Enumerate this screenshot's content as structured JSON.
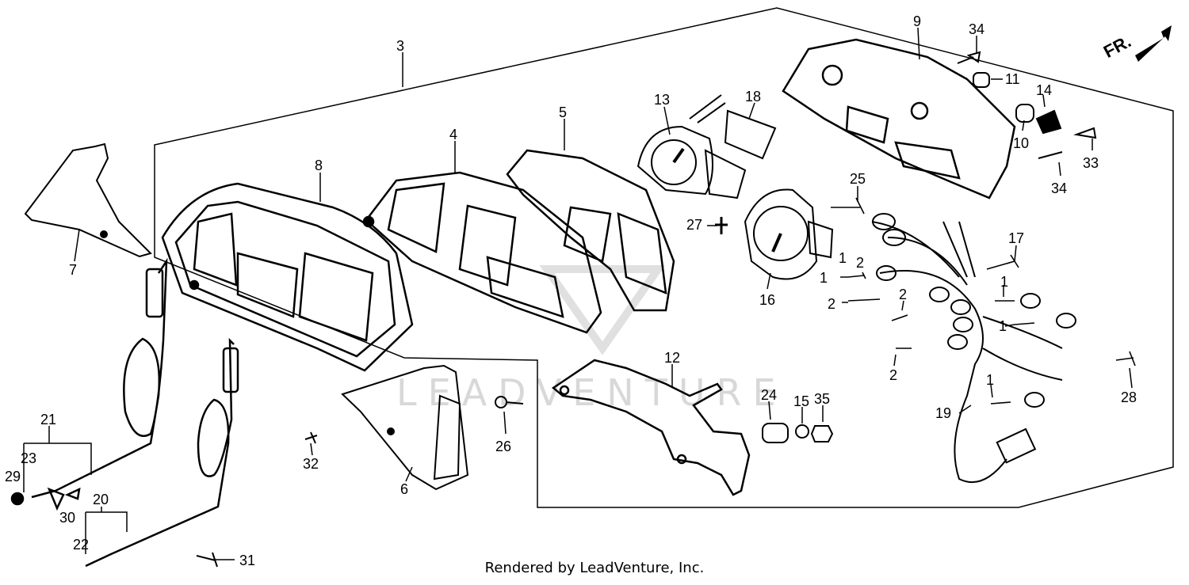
{
  "diagram": {
    "direction_label": "FR.",
    "watermark": "LEADVENTURE",
    "footer": "Rendered by LeadVenture, Inc.",
    "callouts": {
      "c1a": "1",
      "c1b": "1",
      "c1c": "1",
      "c1d": "1",
      "c1e": "1",
      "c2a": "2",
      "c2b": "2",
      "c2c": "2",
      "c2d": "2",
      "c3": "3",
      "c4": "4",
      "c5": "5",
      "c6": "6",
      "c7": "7",
      "c8": "8",
      "c9": "9",
      "c10": "10",
      "c11": "11",
      "c12": "12",
      "c13": "13",
      "c14": "14",
      "c15": "15",
      "c16": "16",
      "c17": "17",
      "c18": "18",
      "c19": "19",
      "c20": "20",
      "c21": "21",
      "c22": "22",
      "c23": "23",
      "c24": "24",
      "c25": "25",
      "c26": "26",
      "c27": "27",
      "c28": "28",
      "c29": "29",
      "c30": "30",
      "c31": "31",
      "c32": "32",
      "c33": "33",
      "c34a": "34",
      "c34b": "34",
      "c35": "35"
    }
  }
}
